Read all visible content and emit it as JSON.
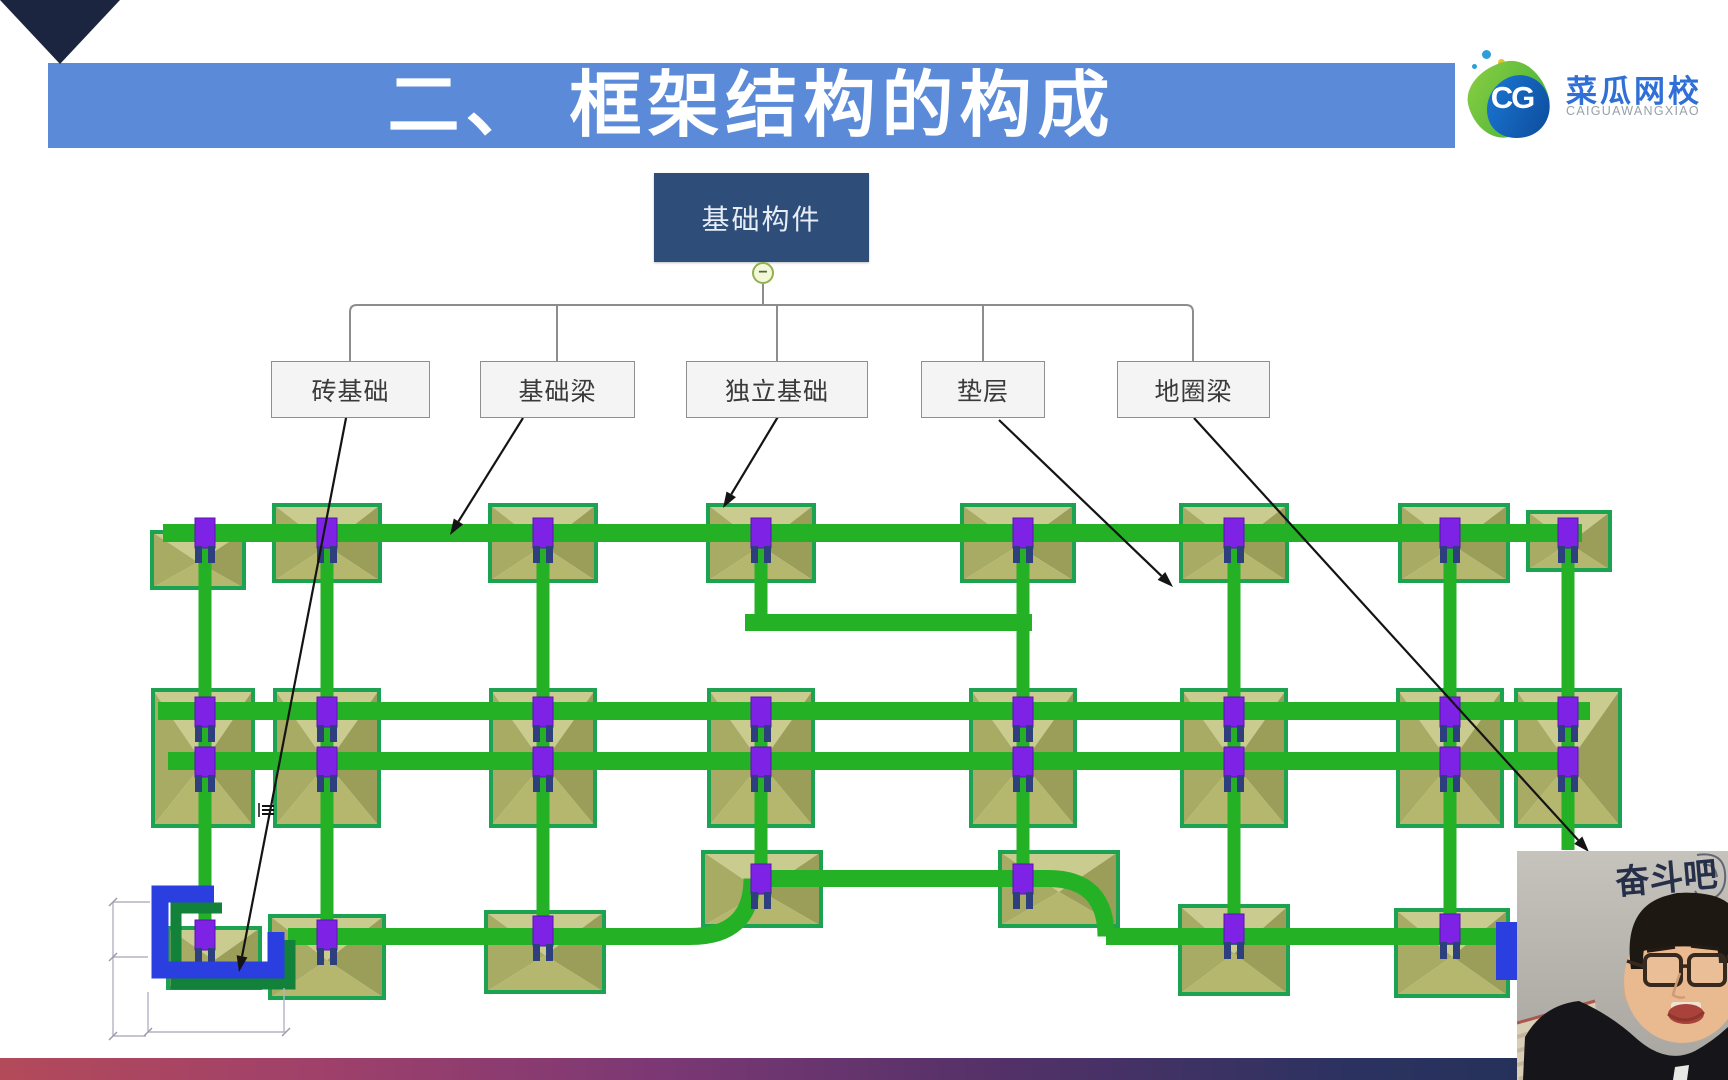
{
  "slide": {
    "title": "二、 框架结构的构成",
    "banner_color": "#5b8bd8"
  },
  "logo": {
    "monogram": "CG",
    "brand": "菜瓜网校",
    "subtitle": "CAIGUAWANGXIAO"
  },
  "mindmap": {
    "root": "基础构件",
    "toggle": "−",
    "children": [
      {
        "label": "砖基础"
      },
      {
        "label": "基础梁"
      },
      {
        "label": "独立基础"
      },
      {
        "label": "垫层"
      },
      {
        "label": "地圈梁"
      }
    ]
  },
  "webcam": {
    "calligraphy": "奋斗吧"
  },
  "colors": {
    "banner": "#5b8bd8",
    "root_box": "#2e4d78",
    "beam_green": "#25b125",
    "pad_khaki": "#b6ba70",
    "column_purple": "#7e22e6",
    "highlight_blue": "#2b3fe0",
    "bottom_bar_left": "#b34a5a",
    "bottom_bar_right": "#1d3055"
  }
}
